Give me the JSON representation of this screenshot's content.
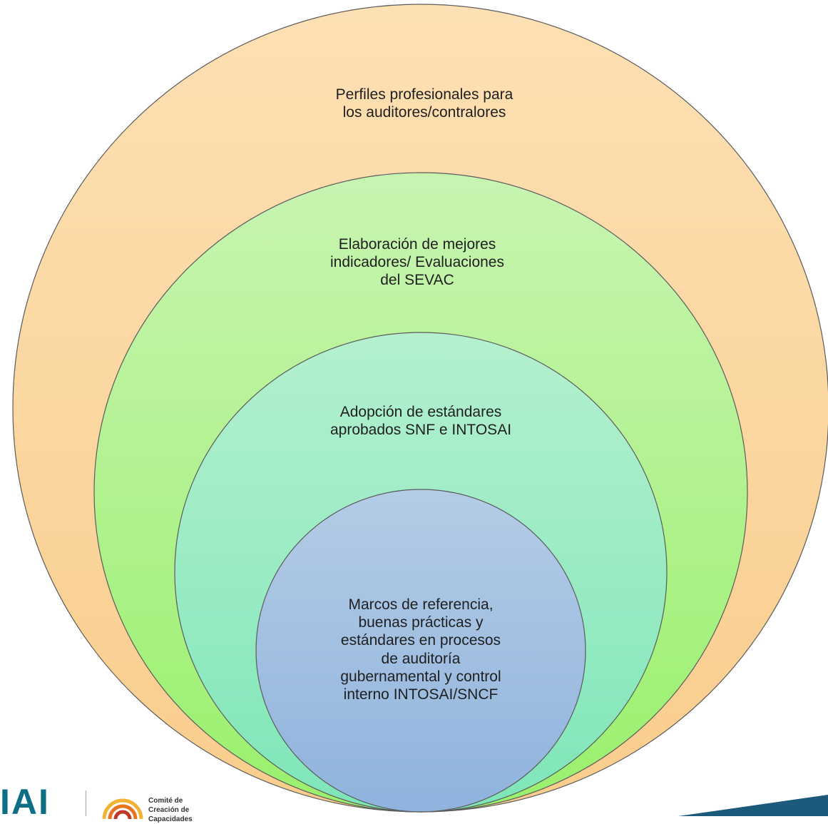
{
  "diagram": {
    "circles": [
      {
        "text": "Perfiles profesionales para\nlos auditores/contralores",
        "colors": {
          "fill_top": "#fde0b4",
          "fill_bottom": "#f9cd8c",
          "stroke": "#5b5b5b"
        }
      },
      {
        "text": "Elaboración de mejores\nindicadores/ Evaluaciones\ndel SEVAC",
        "colors": {
          "fill_top": "#c8f4b2",
          "fill_bottom": "#9af06c",
          "stroke": "#5b5b5b"
        }
      },
      {
        "text": "Adopción de estándares\naprobados SNF e INTOSAI",
        "colors": {
          "fill_top": "#b4f0cf",
          "fill_bottom": "#7ee6b8",
          "stroke": "#5b5b5b"
        }
      },
      {
        "text": "Marcos de referencia,\nbuenas prácticas y\nestándares en  procesos\nde auditoría\ngubernamental y control\ninterno  INTOSAI/SNCF",
        "colors": {
          "fill_top": "#b4cce6",
          "fill_bottom": "#8fb3dd",
          "stroke": "#5b5b5b"
        }
      }
    ]
  },
  "footer": {
    "logo_text": "IAI",
    "committee_caption": "Comité de\nCreación de Capacidades",
    "brand_color": "#0e6e86"
  }
}
